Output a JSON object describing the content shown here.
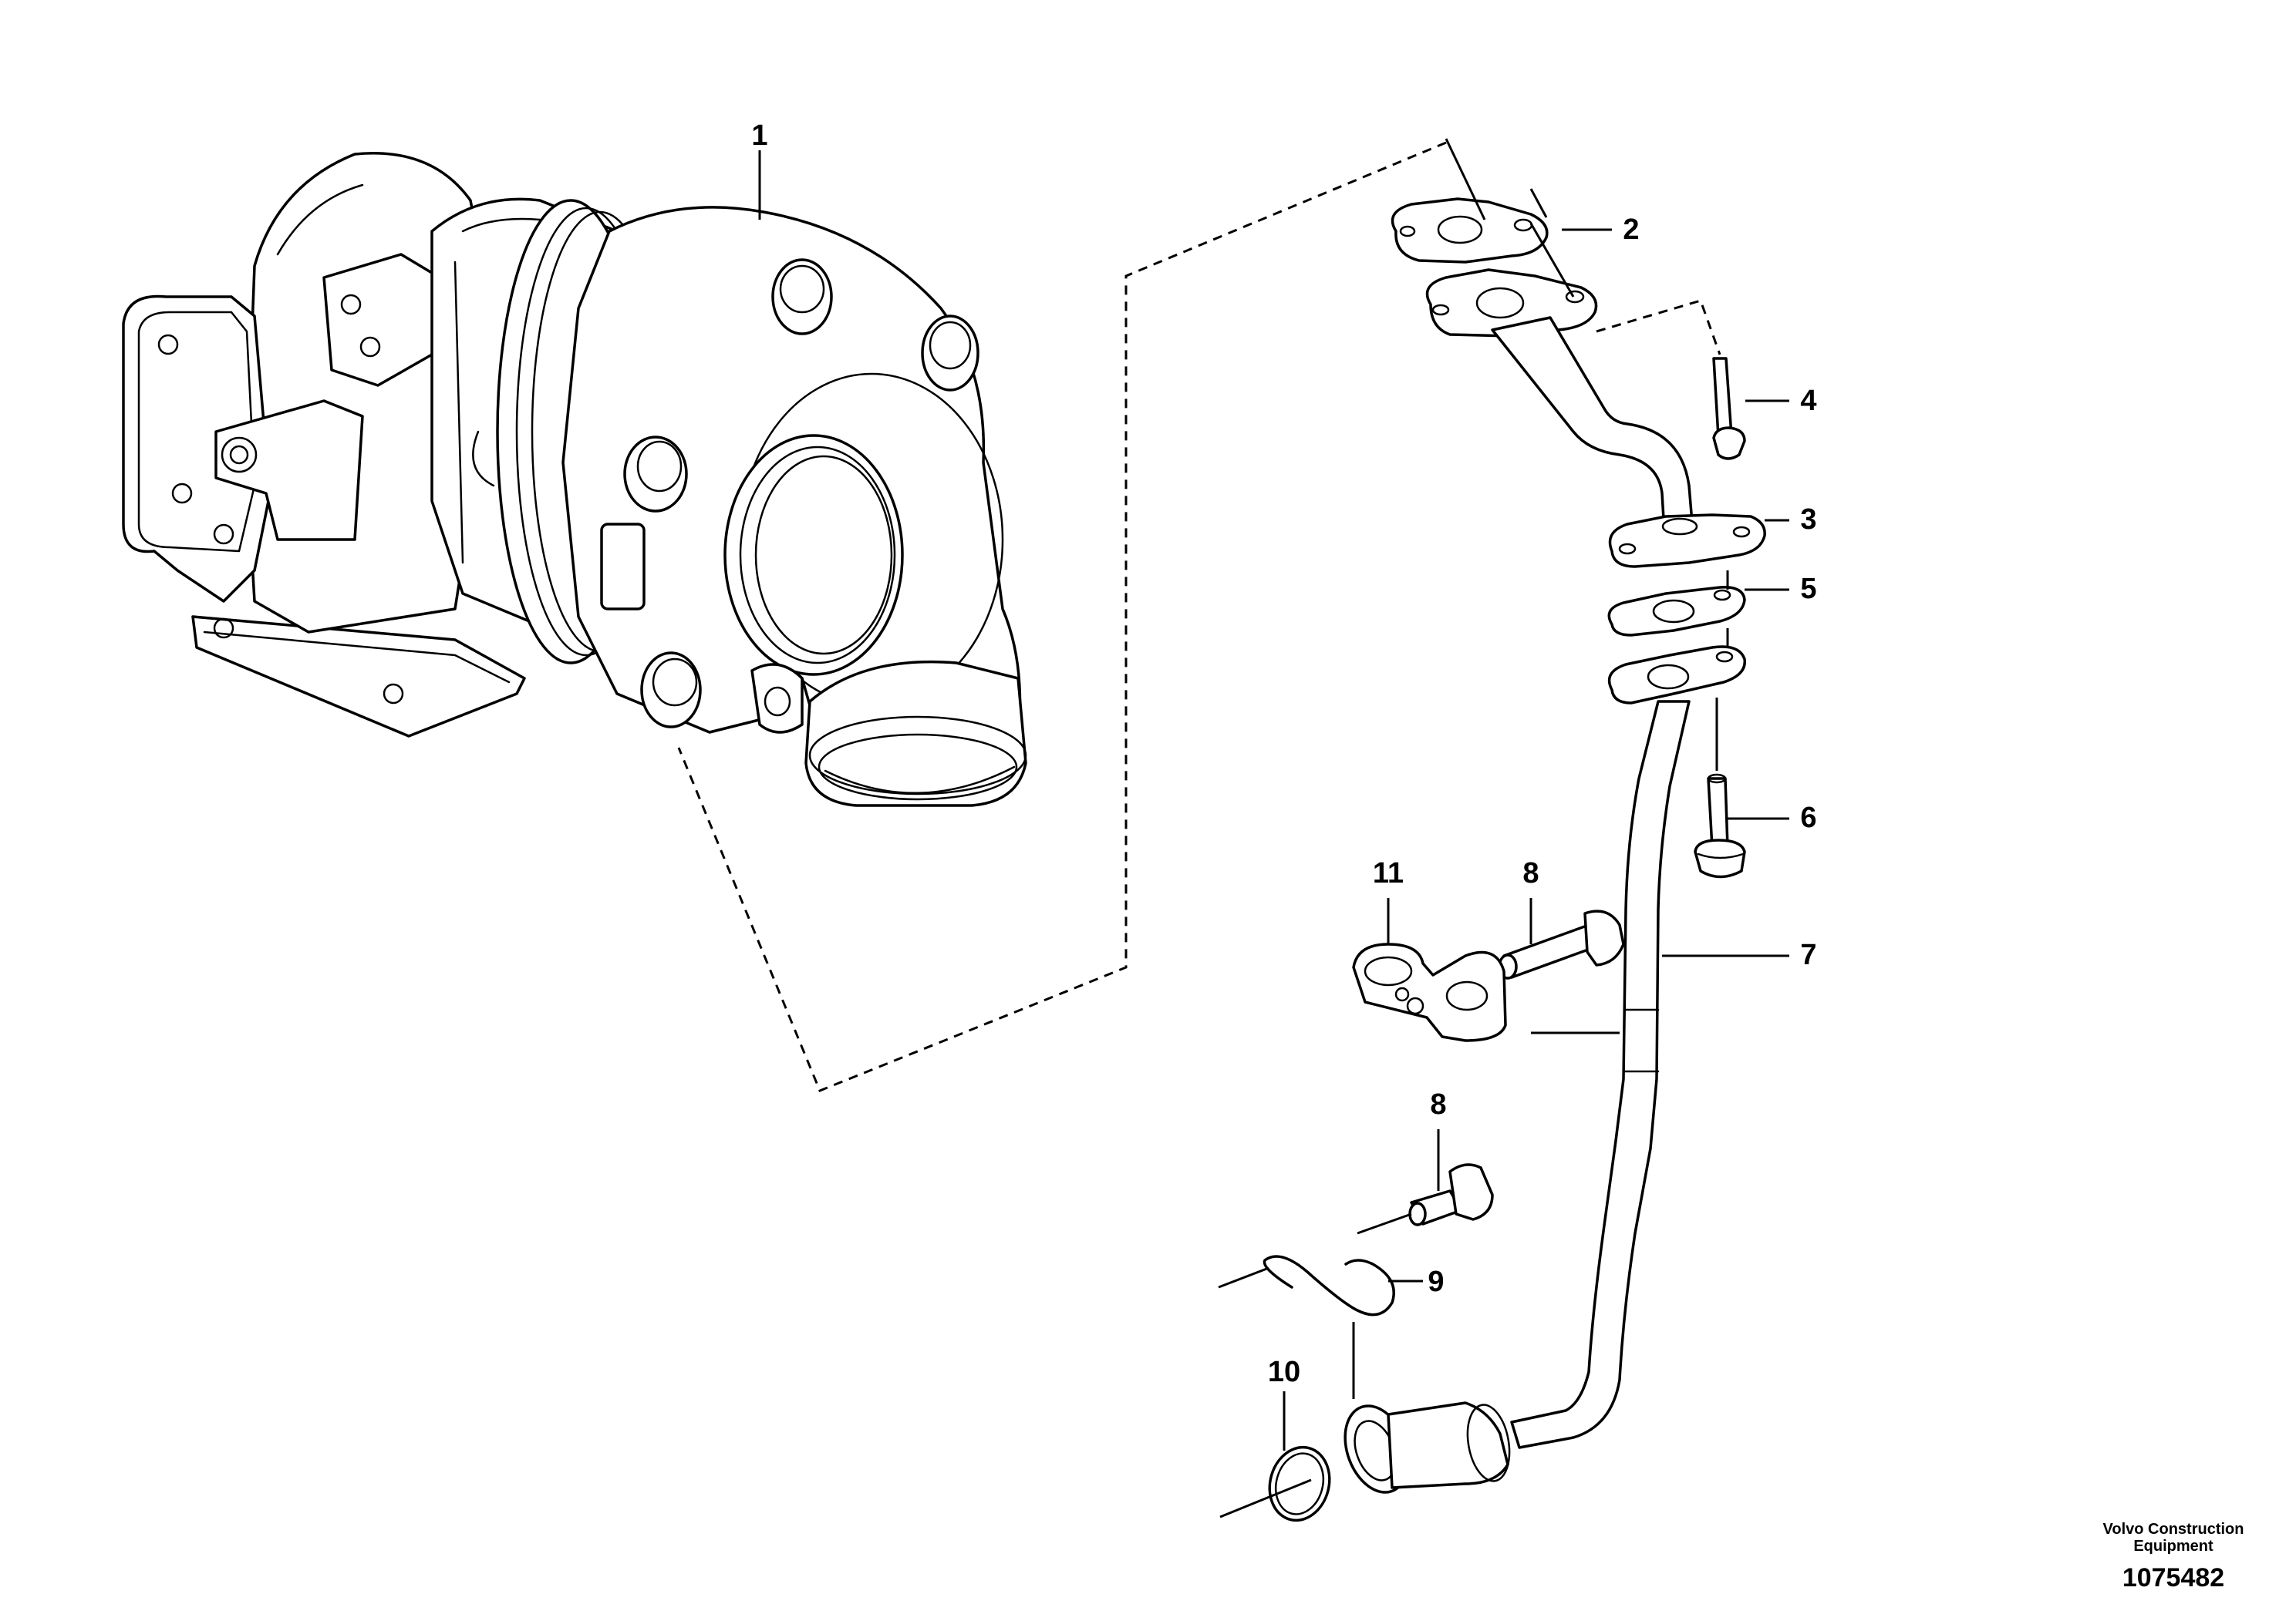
{
  "callouts": {
    "c1": "1",
    "c2": "2",
    "c3": "3",
    "c4": "4",
    "c5": "5",
    "c6": "6",
    "c7": "7",
    "c8a": "8",
    "c8b": "8",
    "c9": "9",
    "c10": "10",
    "c11": "11"
  },
  "footer": {
    "brand_line1": "Volvo Construction",
    "brand_line2": "Equipment",
    "reference": "1075482"
  }
}
